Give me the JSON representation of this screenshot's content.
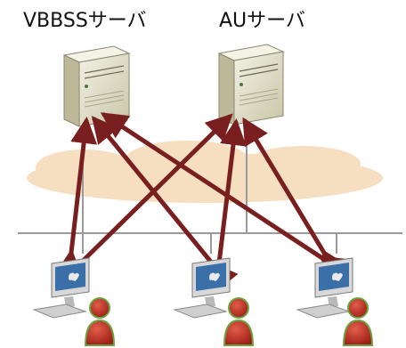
{
  "servers": [
    {
      "label": "VBBSSサーバ"
    },
    {
      "label": "AUサーバ"
    }
  ],
  "clients": [
    {
      "icon": "imac-with-user-icon"
    },
    {
      "icon": "imac-with-user-icon"
    },
    {
      "icon": "imac-with-user-icon"
    }
  ],
  "connections": [
    {
      "from": "client-1",
      "to": "server-1",
      "direction": "bidirectional"
    },
    {
      "from": "client-1",
      "to": "server-2",
      "direction": "bidirectional"
    },
    {
      "from": "client-2",
      "to": "server-1",
      "direction": "bidirectional"
    },
    {
      "from": "client-2",
      "to": "server-2",
      "direction": "bidirectional"
    },
    {
      "from": "client-3",
      "to": "server-1",
      "direction": "bidirectional"
    },
    {
      "from": "client-3",
      "to": "server-2",
      "direction": "bidirectional"
    }
  ],
  "colors": {
    "arrow": "#7a1f1f",
    "cloud": "#f6dfc1",
    "network": "#9a9a9a",
    "server": "#d9d7c0",
    "user": "#c0392b"
  }
}
